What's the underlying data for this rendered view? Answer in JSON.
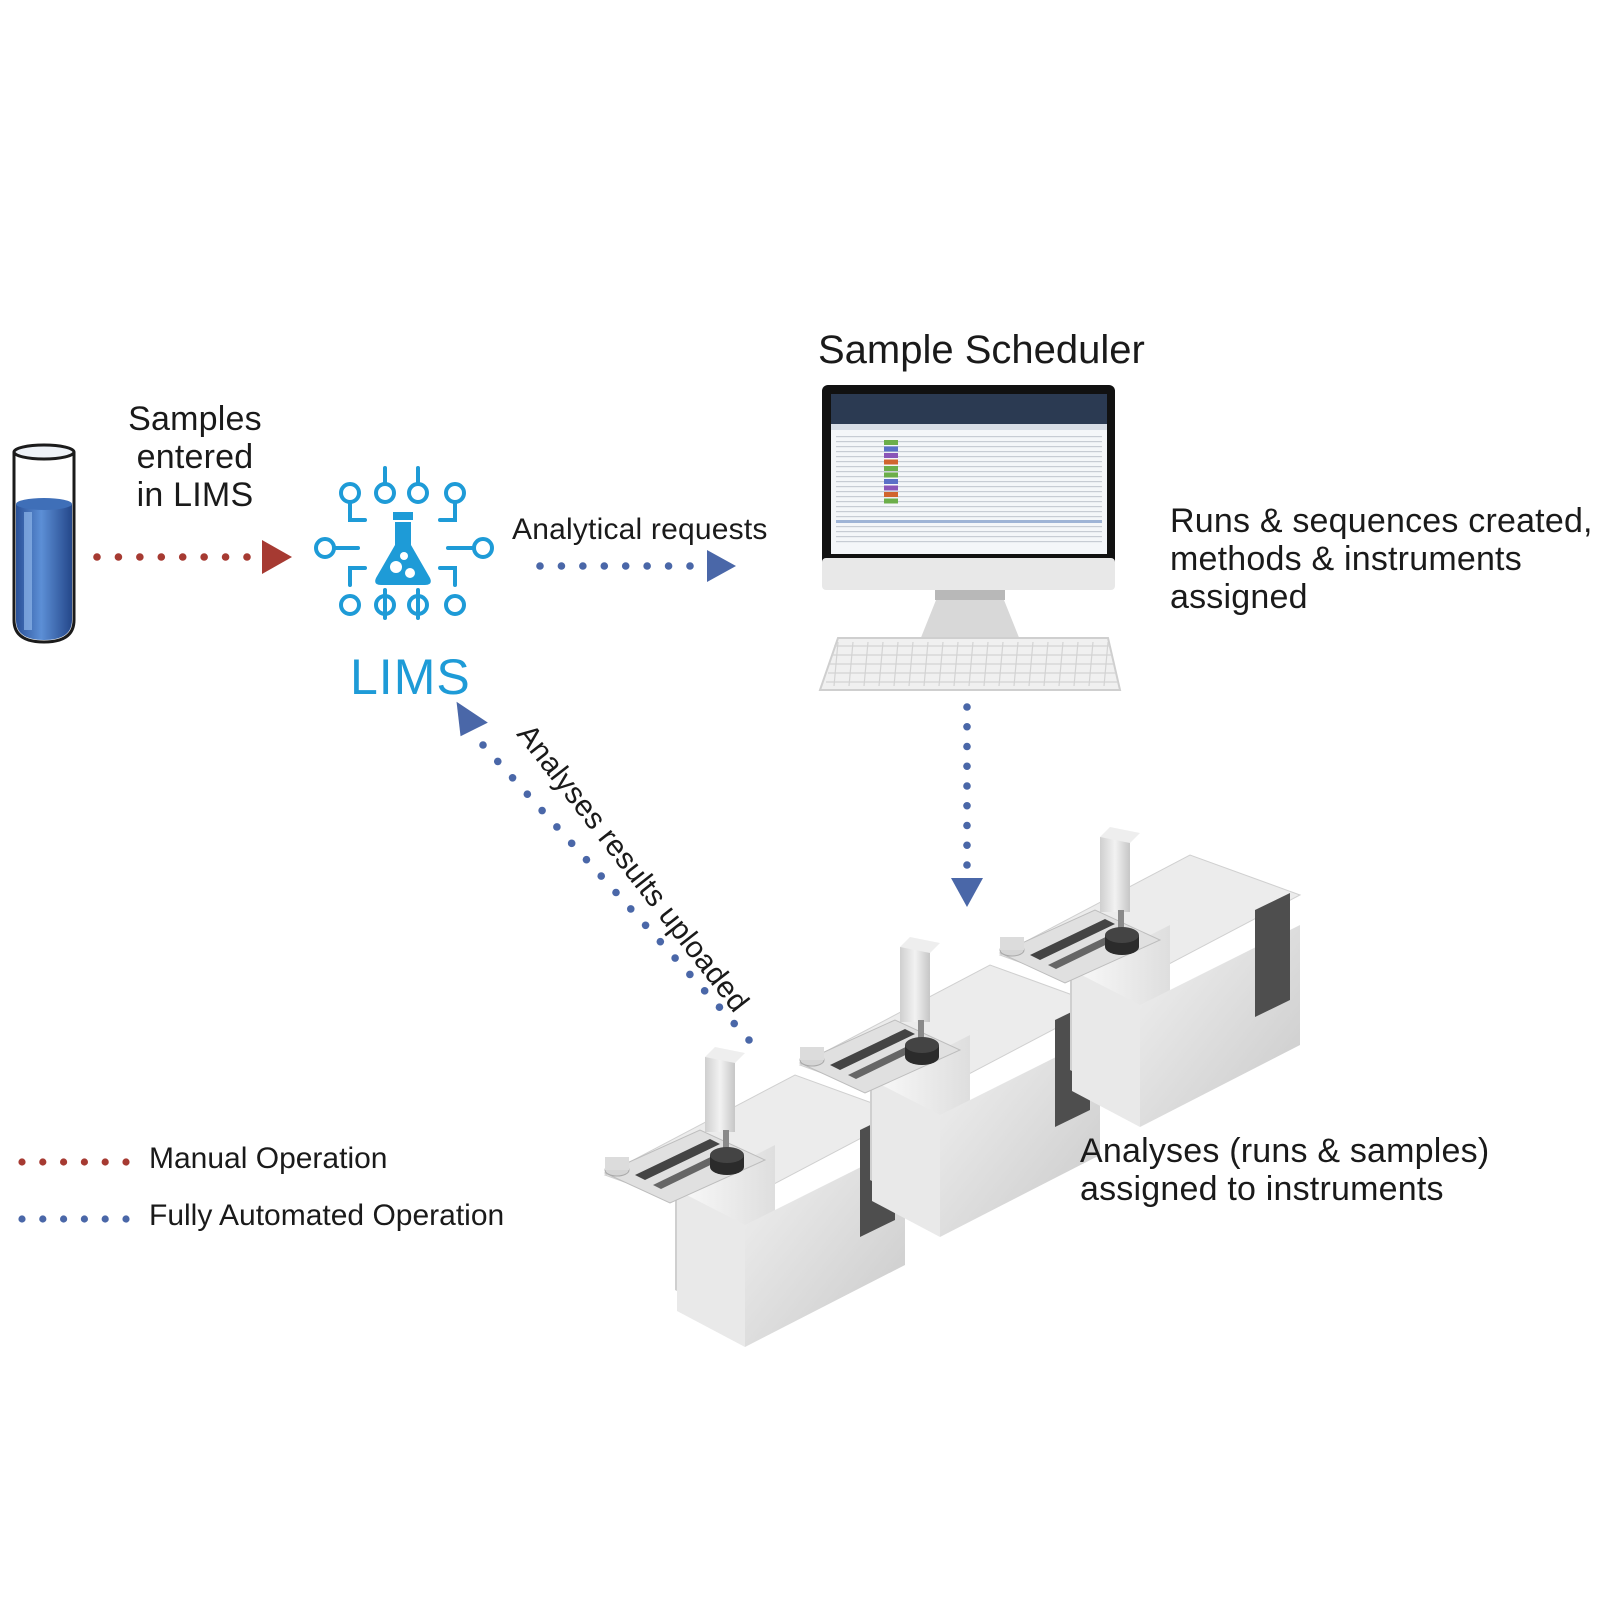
{
  "colors": {
    "manual": "#a63a32",
    "automated": "#4a67a8",
    "lims_blue": "#1e9bd7",
    "tube_blue": "#2f5ea9",
    "text": "#1a1a1a"
  },
  "nodes": {
    "sample_tube": {
      "label_lines": [
        "Samples",
        "entered",
        "in LIMS"
      ]
    },
    "lims": {
      "label": "LIMS",
      "icon": "flask-circuit-icon"
    },
    "scheduler": {
      "title": "Sample Scheduler",
      "icon": "desktop-computer-icon"
    },
    "instruments": {
      "icon": "lab-instrument-icon",
      "count": 3
    }
  },
  "edges": {
    "analytical_requests": {
      "label": "Analytical requests",
      "type": "automated"
    },
    "samples_entered": {
      "type": "manual"
    },
    "scheduler_to_instruments": {
      "type": "automated"
    },
    "results_uploaded": {
      "label": "Analyses results uploaded",
      "type": "automated"
    }
  },
  "notes": {
    "runs": [
      "Runs & sequences created,",
      "methods & instruments",
      "assigned"
    ],
    "analyses": [
      "Analyses (runs & samples)",
      "assigned to instruments"
    ]
  },
  "legend": {
    "manual": "Manual Operation",
    "automated": "Fully Automated Operation"
  }
}
